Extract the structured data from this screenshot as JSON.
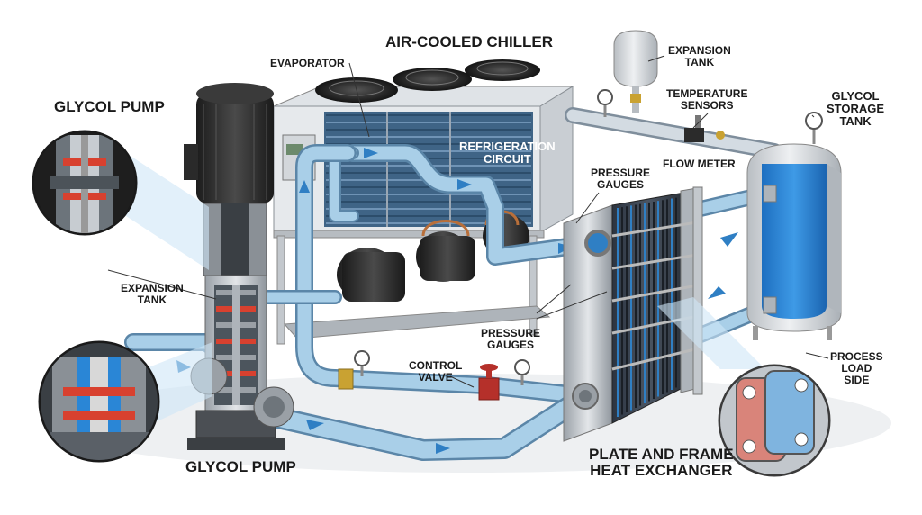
{
  "title": "AIR-COOLED CHILLER",
  "labels": {
    "evaporator": "EVAPORATOR",
    "expansion_tank_top": "EXPANSION\nTANK",
    "temperature_sensors": "TEMPERATURE\nSENSORS",
    "flow_meter": "FLOW METER",
    "glycol_storage_tank": "GLYCOL\nSTORAGE\nTANK",
    "glycol_pump_top": "GLYCOL PUMP",
    "refrigeration_circuit": "REFRIGERATION\nCIRCUIT",
    "pressure_gauges_upper": "PRESSURE\nGAUGES",
    "expansion_tank_left": "EXPANSION\nTANK",
    "pressure_gauges_lower": "PRESSURE\nGAUGES",
    "control_valve": "CONTROL\nVALVE",
    "process_load_side": "PROCESS\nLOAD\nSIDE",
    "glycol_pump_bottom": "GLYCOL PUMP",
    "plate_frame_hx": "PLATE AND FRAME\nHEAT EXCHANGER"
  },
  "colors": {
    "pipe_fill": "#a9cfe8",
    "pipe_edge": "#5b86a8",
    "flow_arrow": "#2f7fc4",
    "glycol": "#2a86d6",
    "steel": "#c9cdd1",
    "motor": "#2b2b2b",
    "pump_red": "#d8412f",
    "valve_red": "#b5302a",
    "brass": "#c9a232"
  }
}
